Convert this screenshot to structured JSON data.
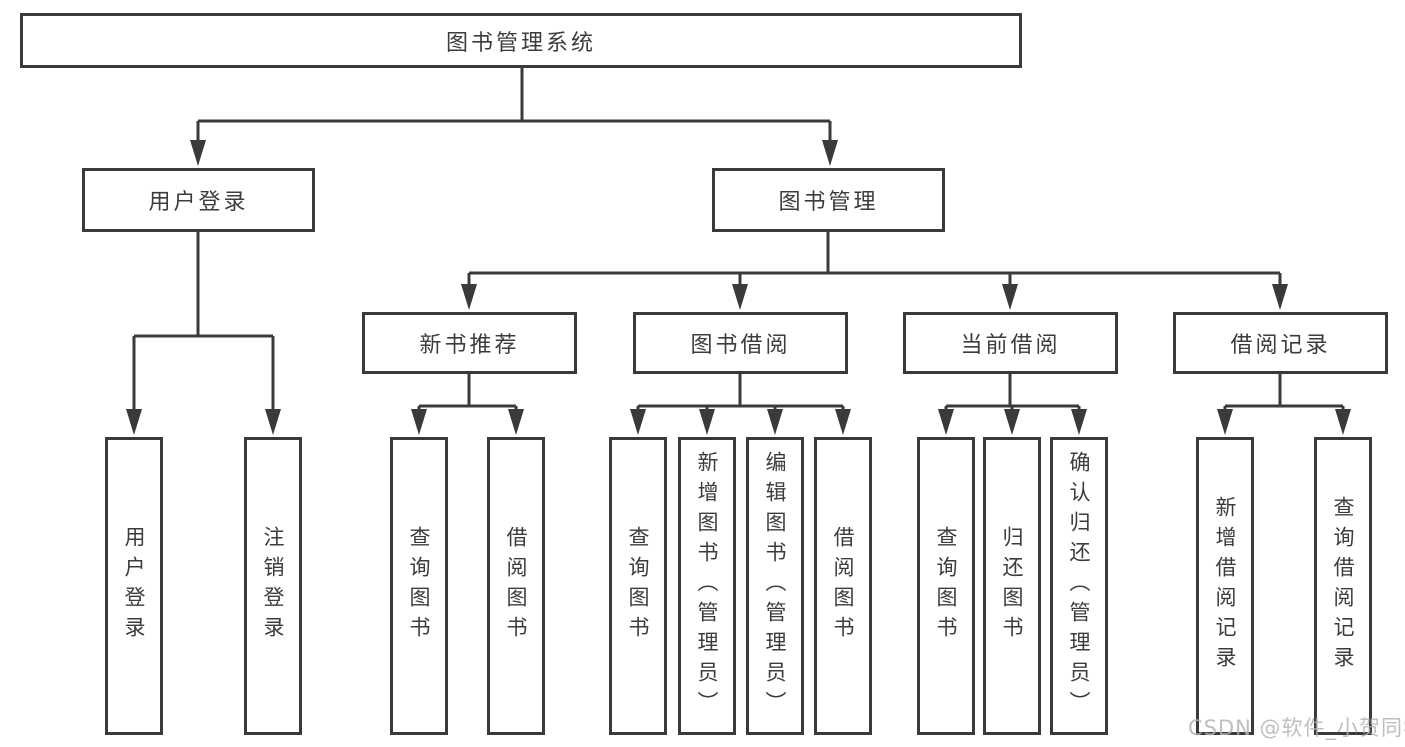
{
  "diagram": {
    "root": {
      "label": "图书管理系统"
    },
    "level2": [
      {
        "label": "用户登录"
      },
      {
        "label": "图书管理"
      }
    ],
    "level3": [
      {
        "label": "新书推荐"
      },
      {
        "label": "图书借阅"
      },
      {
        "label": "当前借阅"
      },
      {
        "label": "借阅记录"
      }
    ],
    "leaves": [
      {
        "label": "用户登录"
      },
      {
        "label": "注销登录"
      },
      {
        "label": "查询图书"
      },
      {
        "label": "借阅图书"
      },
      {
        "label": "查询图书"
      },
      {
        "label": "新增图书（管理员）"
      },
      {
        "label": "编辑图书（管理员）"
      },
      {
        "label": "借阅图书"
      },
      {
        "label": "查询图书"
      },
      {
        "label": "归还图书"
      },
      {
        "label": "确认归还（管理员）"
      },
      {
        "label": "新增借阅记录"
      },
      {
        "label": "查询借阅记录"
      }
    ]
  },
  "watermark": {
    "text": "CSDN @软件_小贺同学"
  },
  "colors": {
    "line": "#3a3a3a",
    "text": "#3c3c3c",
    "watermark_text": "#b4b4b4",
    "background": "#ffffff"
  }
}
